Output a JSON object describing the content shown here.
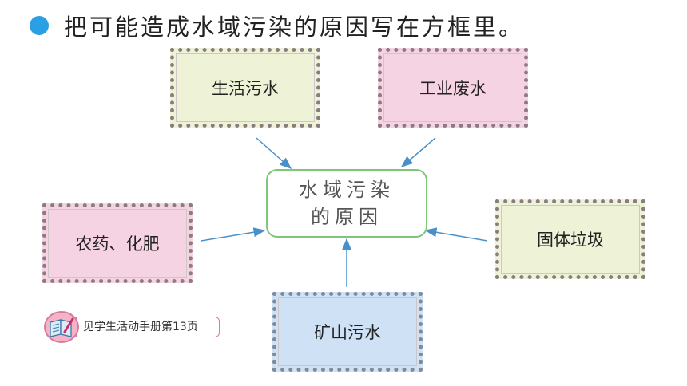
{
  "instruction": "把可能造成水域污染的原因写在方框里。",
  "center": {
    "line1": "水域污染",
    "line2": "的原因"
  },
  "causes": {
    "top_left": "生活污水",
    "top_right": "工业废水",
    "left": "农药、化肥",
    "right": "固体垃圾",
    "bottom": "矿山污水"
  },
  "reference": "见学生活动手册第13页",
  "colors": {
    "bullet": "#2a9fe3",
    "center_border": "#7fc57a",
    "arrow": "#4a90c8",
    "green_box": "#eef2d7",
    "pink_box": "#f6d3e3",
    "blue_box": "#cfe1f4"
  }
}
